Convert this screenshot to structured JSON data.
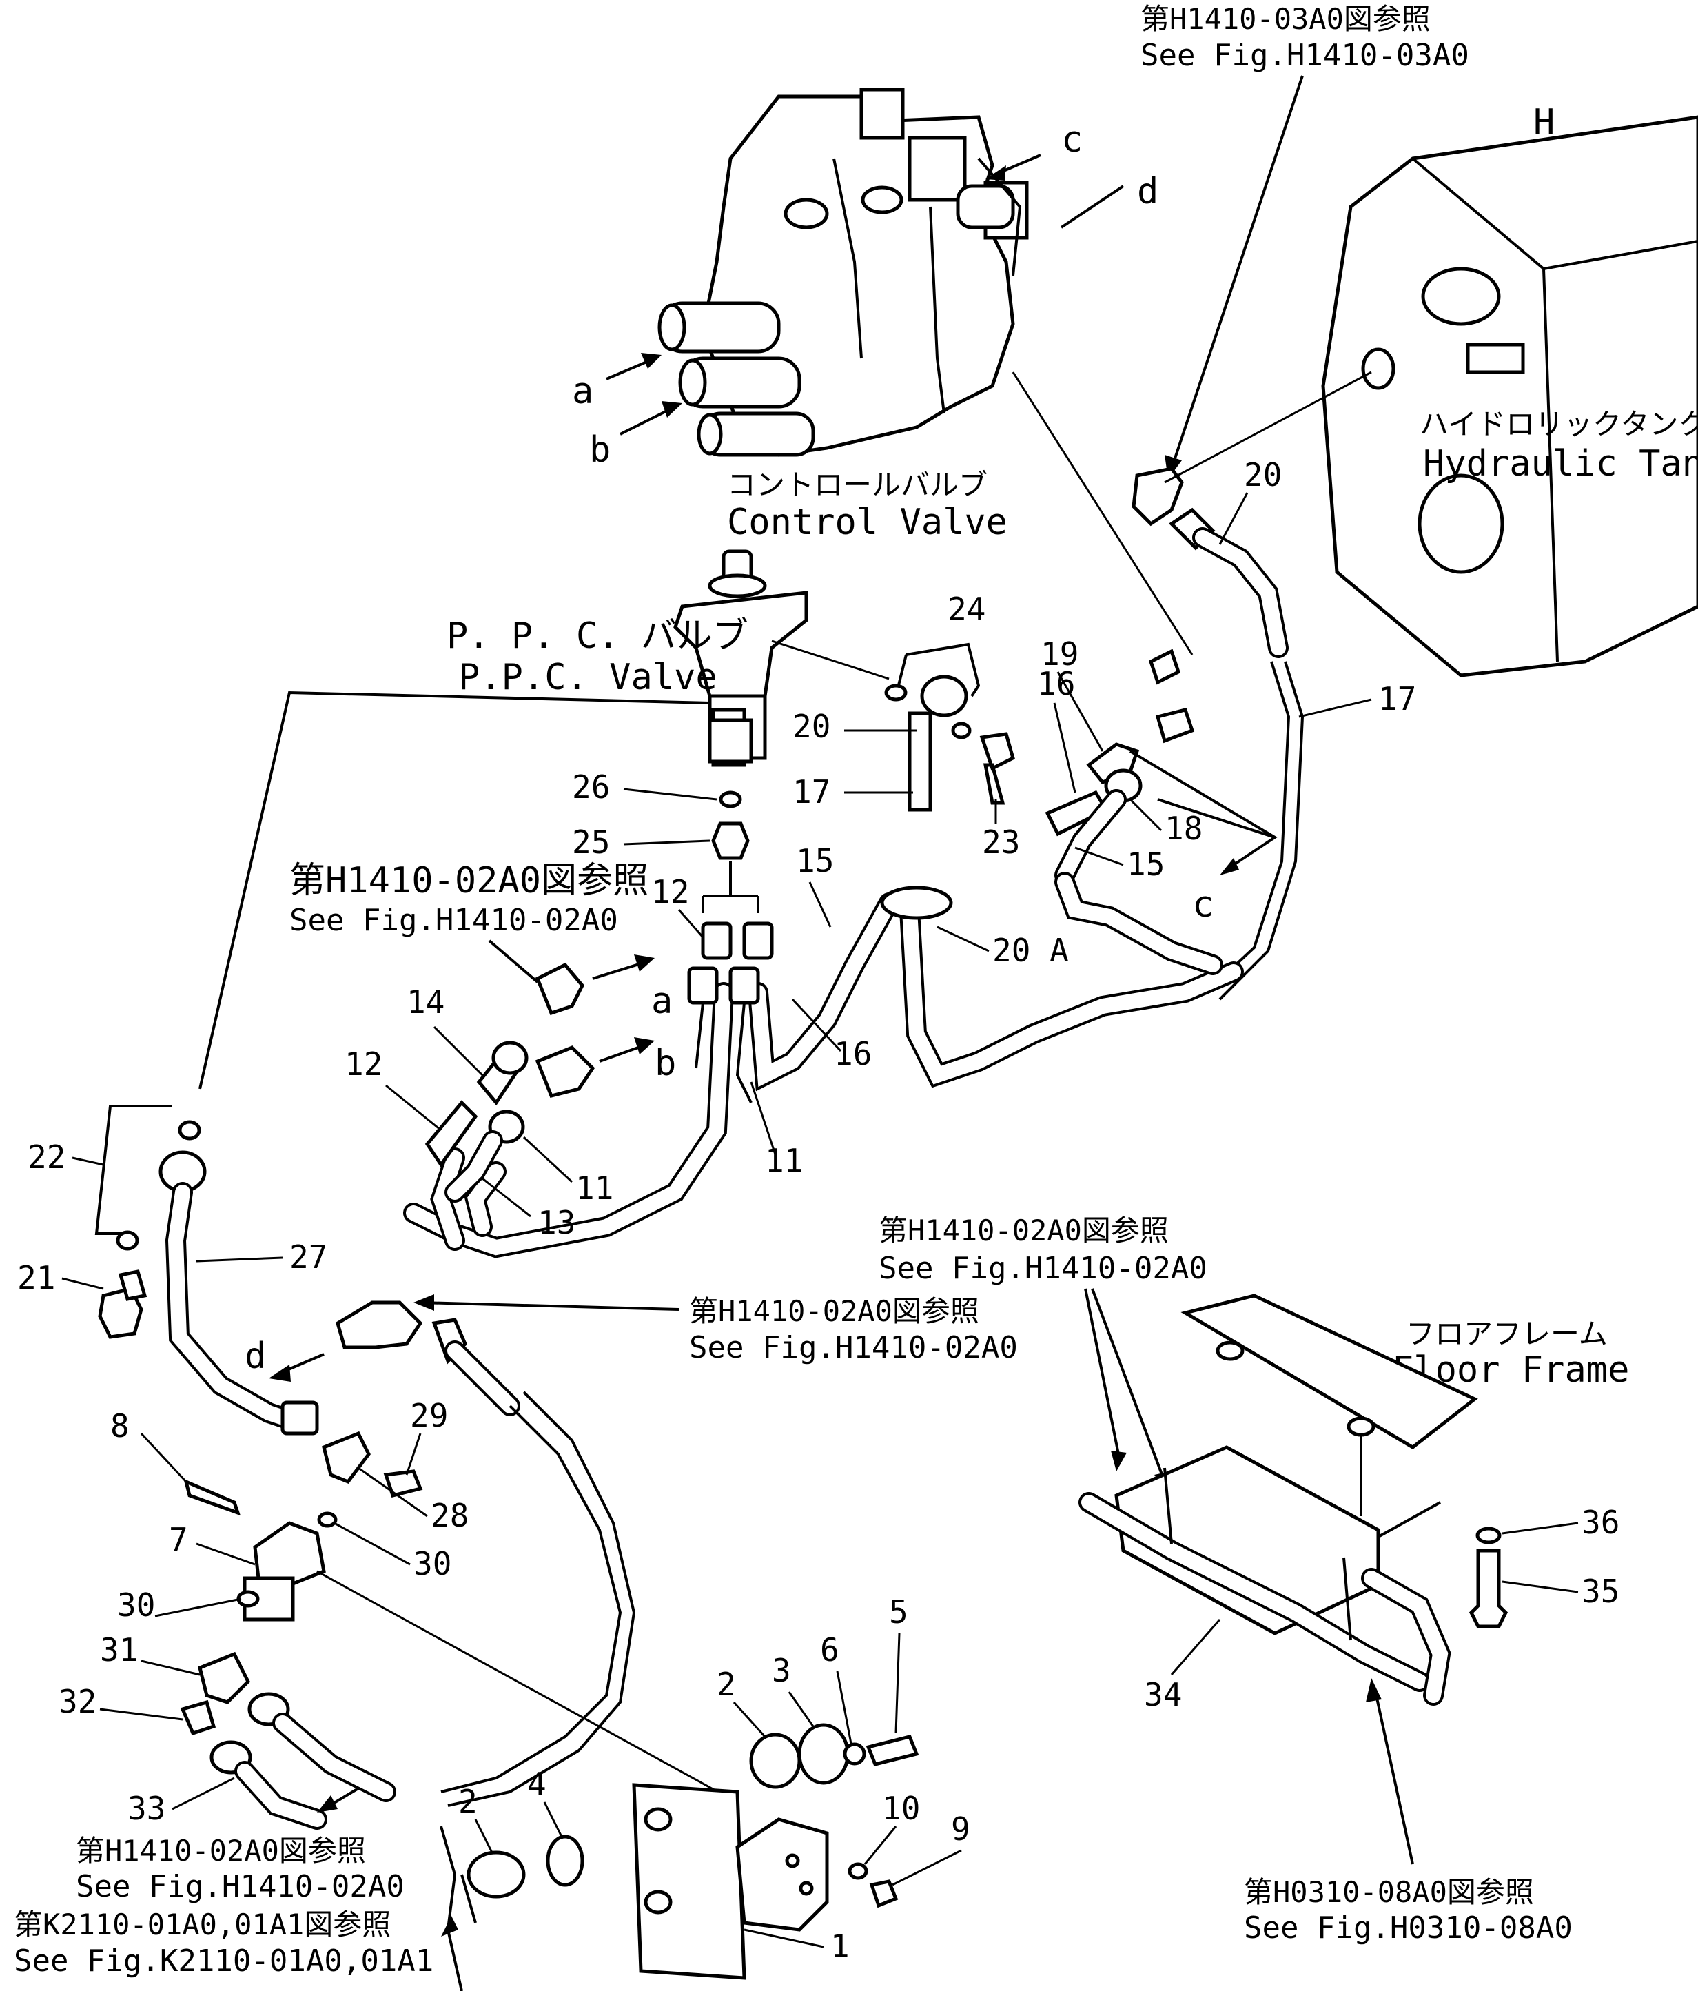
{
  "labels": {
    "control_valve_jp": "コントロールバルブ",
    "control_valve_en": "Control Valve",
    "ppc_valve_jp": "P. P. C. バルブ",
    "ppc_valve_en": "P.P.C. Valve",
    "hydraulic_tank_jp": "ハイドロリックタンク",
    "hydraulic_tank_en": "Hydraulic Tank",
    "floor_frame_jp": "フロアフレーム",
    "floor_frame_en": "Floor Frame"
  },
  "references": {
    "h1410_03a0_jp": "第H1410-03A0図参照",
    "h1410_03a0_en": "See Fig.H1410-03A0",
    "h1410_02a0_jp": "第H1410-02A0図参照",
    "h1410_02a0_en": "See Fig.H1410-02A0",
    "h0310_08a0_jp": "第H0310-08A0図参照",
    "h0310_08a0_en": "See Fig.H0310-08A0",
    "k2110_jp": "第K2110-01A0,01A1図参照",
    "k2110_en": "See Fig.K2110-01A0,01A1"
  },
  "port_letters": {
    "a": "a",
    "b": "b",
    "c": "c",
    "d": "d"
  },
  "part_numbers": {
    "p1": "1",
    "p2": "2",
    "p3": "3",
    "p4": "4",
    "p5": "5",
    "p6": "6",
    "p7": "7",
    "p8": "8",
    "p9": "9",
    "p10": "10",
    "p11": "11",
    "p12": "12",
    "p13": "13",
    "p14": "14",
    "p15": "15",
    "p16": "16",
    "p17": "17",
    "p18": "18",
    "p19": "19",
    "p20": "20",
    "p20a": "20 A",
    "p21": "21",
    "p22": "22",
    "p23": "23",
    "p24": "24",
    "p25": "25",
    "p26": "26",
    "p27": "27",
    "p28": "28",
    "p29": "29",
    "p30": "30",
    "p31": "31",
    "p32": "32",
    "p33": "33",
    "p34": "34",
    "p35": "35",
    "p36": "36"
  },
  "tank_symbol": "H"
}
